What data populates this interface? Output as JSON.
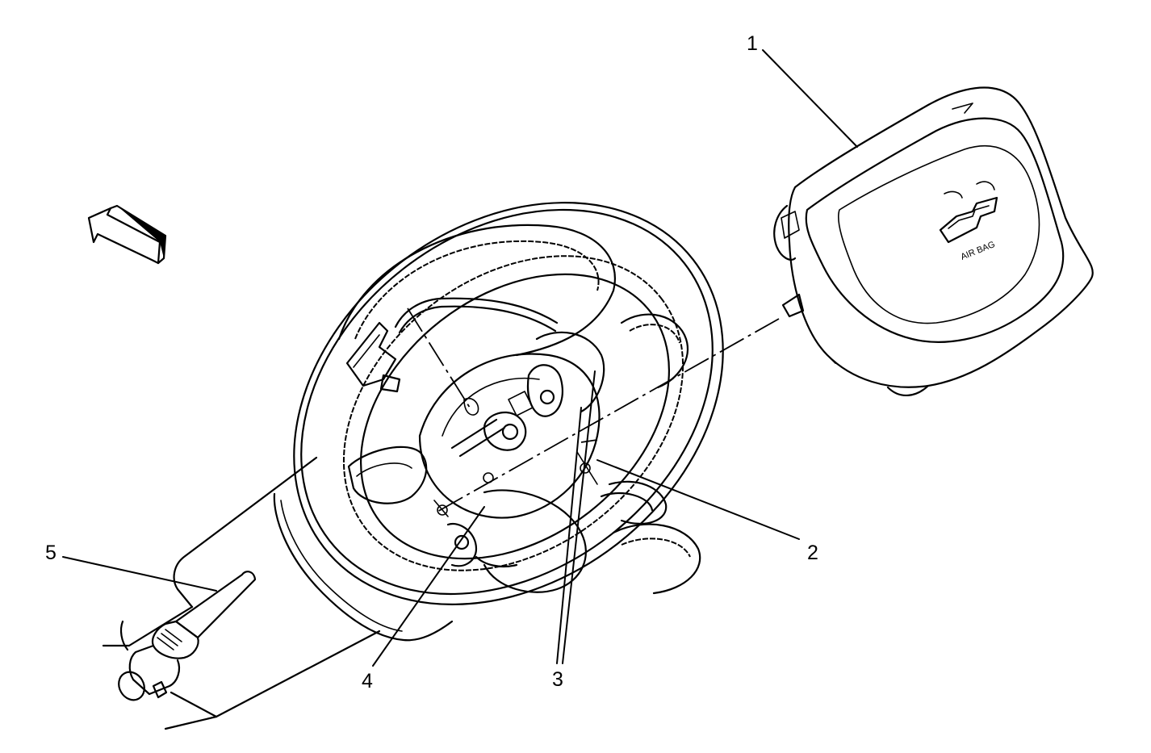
{
  "callouts": [
    {
      "label": "1",
      "part": "airbag-module"
    },
    {
      "label": "2",
      "part": "steering-wheel"
    },
    {
      "label": "3",
      "part": "steering-wheel-bolts"
    },
    {
      "label": "4",
      "part": "steering-column-shaft"
    },
    {
      "label": "5",
      "part": "steering-wheel-puller-tool"
    }
  ],
  "airbag": {
    "emblem_text": "AIR BAG"
  },
  "colors": {
    "ink": "#000000",
    "paper": "#ffffff"
  }
}
